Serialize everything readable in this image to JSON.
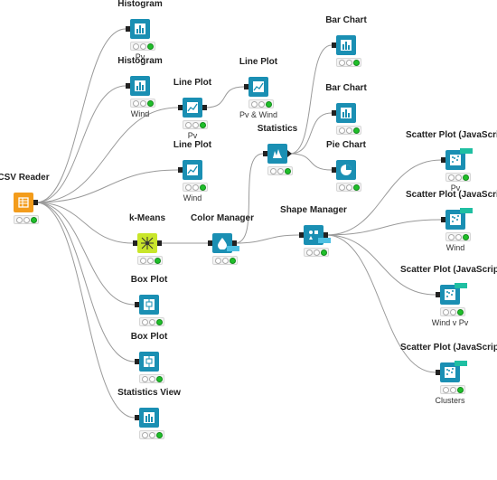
{
  "accent": "#1a8fb3",
  "reader_color": "#f39c1b",
  "cluster_color": "#c9e62a",
  "status_on_color": "#1fbf2a",
  "nodes": [
    {
      "id": "csv",
      "title": "CSV Reader",
      "label": "",
      "icon": "file-table-icon",
      "color": "#f39c1b"
    },
    {
      "id": "hist1",
      "title": "Histogram",
      "label": "Pv",
      "icon": "histogram-icon",
      "color": "#1a8fb3"
    },
    {
      "id": "hist2",
      "title": "Histogram",
      "label": "Wind",
      "icon": "histogram-icon",
      "color": "#1a8fb3"
    },
    {
      "id": "line1",
      "title": "Line Plot",
      "label": "Pv",
      "icon": "line-chart-icon",
      "color": "#1a8fb3"
    },
    {
      "id": "line2",
      "title": "Line Plot",
      "label": "Pv & Wind",
      "icon": "line-chart-icon",
      "color": "#1a8fb3"
    },
    {
      "id": "line3",
      "title": "Line Plot",
      "label": "Wind",
      "icon": "line-chart-icon",
      "color": "#1a8fb3"
    },
    {
      "id": "kmeans",
      "title": "k-Means",
      "label": "",
      "icon": "cluster-icon",
      "color": "#c9e62a"
    },
    {
      "id": "color",
      "title": "Color Manager",
      "label": "",
      "icon": "color-drop-icon",
      "color": "#1a8fb3"
    },
    {
      "id": "stats",
      "title": "Statistics",
      "label": "",
      "icon": "statistics-icon",
      "color": "#1a8fb3"
    },
    {
      "id": "bar1",
      "title": "Bar Chart",
      "label": "",
      "icon": "bar-chart-icon",
      "color": "#1a8fb3"
    },
    {
      "id": "bar2",
      "title": "Bar Chart",
      "label": "",
      "icon": "bar-chart-icon",
      "color": "#1a8fb3"
    },
    {
      "id": "pie",
      "title": "Pie Chart",
      "label": "",
      "icon": "pie-chart-icon",
      "color": "#1a8fb3"
    },
    {
      "id": "shape",
      "title": "Shape Manager",
      "label": "",
      "icon": "shape-icon",
      "color": "#1a8fb3"
    },
    {
      "id": "scat1",
      "title": "Scatter Plot (JavaScript)",
      "label": "Pv",
      "icon": "scatter-icon",
      "color": "#1a8fb3"
    },
    {
      "id": "scat2",
      "title": "Scatter Plot (JavaScript)",
      "label": "Wind",
      "icon": "scatter-icon",
      "color": "#1a8fb3"
    },
    {
      "id": "scat3",
      "title": "Scatter Plot (JavaScript)",
      "label": "Wind v Pv",
      "icon": "scatter-icon",
      "color": "#1a8fb3"
    },
    {
      "id": "scat4",
      "title": "Scatter Plot (JavaScript)",
      "label": "Clusters",
      "icon": "scatter-icon",
      "color": "#1a8fb3"
    },
    {
      "id": "box1",
      "title": "Box Plot",
      "label": "",
      "icon": "box-plot-icon",
      "color": "#1a8fb3"
    },
    {
      "id": "box2",
      "title": "Box Plot",
      "label": "",
      "icon": "box-plot-icon",
      "color": "#1a8fb3"
    },
    {
      "id": "statview",
      "title": "Statistics View",
      "label": "",
      "icon": "statistics-view-icon",
      "color": "#1a8fb3"
    }
  ],
  "connections": [
    [
      "csv",
      "hist1"
    ],
    [
      "csv",
      "hist2"
    ],
    [
      "csv",
      "line1"
    ],
    [
      "csv",
      "line3"
    ],
    [
      "csv",
      "kmeans"
    ],
    [
      "csv",
      "box1"
    ],
    [
      "csv",
      "box2"
    ],
    [
      "csv",
      "statview"
    ],
    [
      "line1",
      "line2"
    ],
    [
      "kmeans",
      "color"
    ],
    [
      "color",
      "stats"
    ],
    [
      "color",
      "shape"
    ],
    [
      "stats",
      "bar1"
    ],
    [
      "stats",
      "bar2"
    ],
    [
      "stats",
      "pie"
    ],
    [
      "shape",
      "scat1"
    ],
    [
      "shape",
      "scat2"
    ],
    [
      "shape",
      "scat3"
    ],
    [
      "shape",
      "scat4"
    ]
  ]
}
